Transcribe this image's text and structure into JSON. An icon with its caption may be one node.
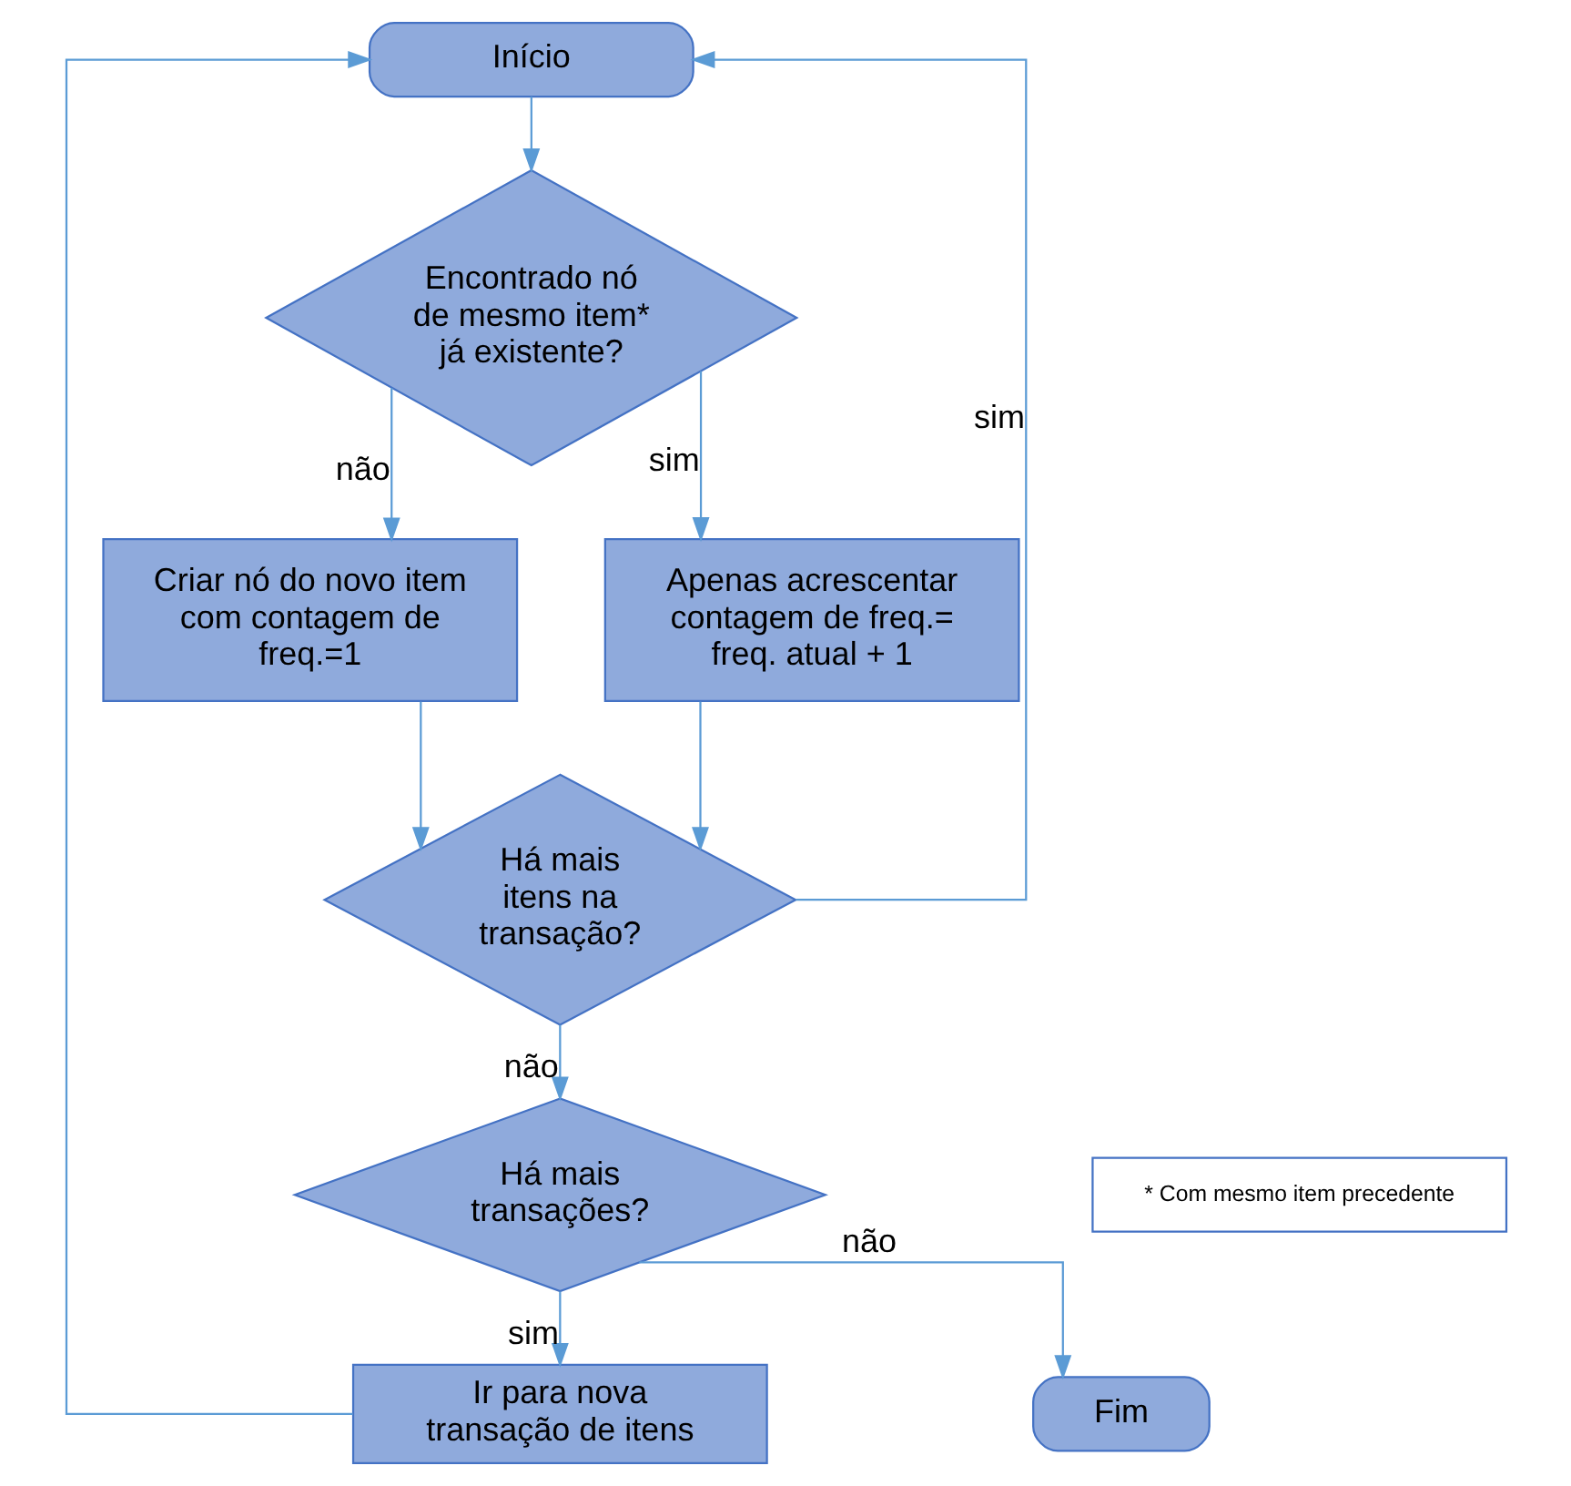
{
  "diagram": {
    "nodes": [
      {
        "text": [
          "Início"
        ]
      },
      {
        "text": [
          "Encontrado nó de mesmo item* já existente?"
        ]
      },
      {
        "text": [
          "Criar nó do novo item com contagem de freq.=1"
        ]
      },
      {
        "text": [
          "Apenas acrescentar contagem de freq.= freq. atual + 1"
        ]
      },
      {
        "text": [
          "Há mais itens na transação?"
        ]
      },
      {
        "text": [
          "Há mais transações?"
        ]
      },
      {
        "text": [
          "Ir para nova transação de itens"
        ]
      },
      {
        "text": [
          "Fim"
        ]
      },
      {
        "text": [
          "* Com mesmo item precedente"
        ]
      }
    ],
    "edges": [
      {
        "from": 0,
        "to": 1,
        "arrow": "to"
      },
      {
        "from": 1,
        "to": 2,
        "arrow": "to",
        "label": "não"
      },
      {
        "from": 1,
        "to": 3,
        "arrow": "to",
        "label": "sim"
      },
      {
        "from": 2,
        "to": 4,
        "arrow": "to"
      },
      {
        "from": 3,
        "to": 4,
        "arrow": "to"
      },
      {
        "from": 4,
        "to": 0,
        "arrow": "to",
        "label": "sim"
      },
      {
        "from": 4,
        "to": 5,
        "arrow": "to",
        "label": "não"
      },
      {
        "from": 5,
        "to": 7,
        "arrow": "to",
        "label": "não"
      },
      {
        "from": 5,
        "to": 6,
        "arrow": "to",
        "label": "sim"
      },
      {
        "from": 6,
        "to": 0,
        "arrow": "to"
      }
    ]
  }
}
